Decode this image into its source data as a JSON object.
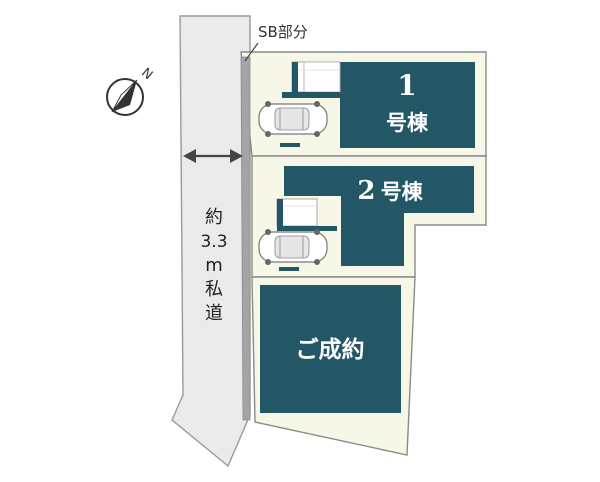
{
  "sb_label": "SB部分",
  "road": {
    "chars": [
      "約",
      "3.3",
      "m",
      "私",
      "道"
    ]
  },
  "lots": {
    "lot1": {
      "number": "1",
      "suffix": "号棟"
    },
    "lot2": {
      "number": "2",
      "suffix": "号棟"
    },
    "lot3": {
      "status": "ご成約"
    }
  },
  "compass": {
    "north_label": "N"
  },
  "colors": {
    "building": "#235766",
    "lot_fill": "#f6f7e6",
    "road_fill": "#eaeaea",
    "setback_fill": "#a4a4a4",
    "outline": "#8a8a8a"
  }
}
